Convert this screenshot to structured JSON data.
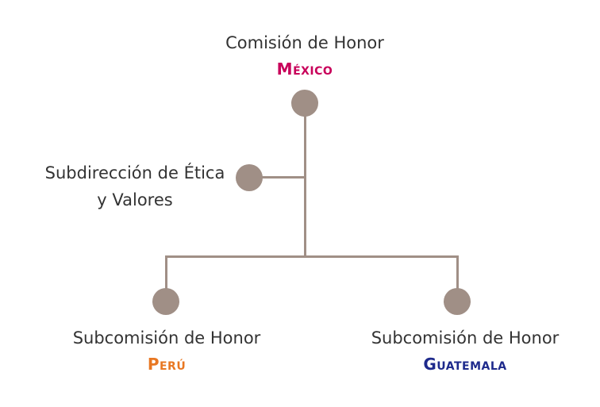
{
  "nodes": {
    "top": {
      "title": "Comisión de Honor",
      "country": "México",
      "country_color": "#c8005a"
    },
    "side": {
      "line1": "Subdirección de Ética",
      "line2": "y Valores"
    },
    "left": {
      "title": "Subcomisión de Honor",
      "country": "Perú",
      "country_color": "#e87722"
    },
    "right": {
      "title": "Subcomisión de Honor",
      "country": "Guatemala",
      "country_color": "#1e2a8c"
    }
  },
  "colors": {
    "connector": "#a08f86",
    "text": "#333333"
  }
}
